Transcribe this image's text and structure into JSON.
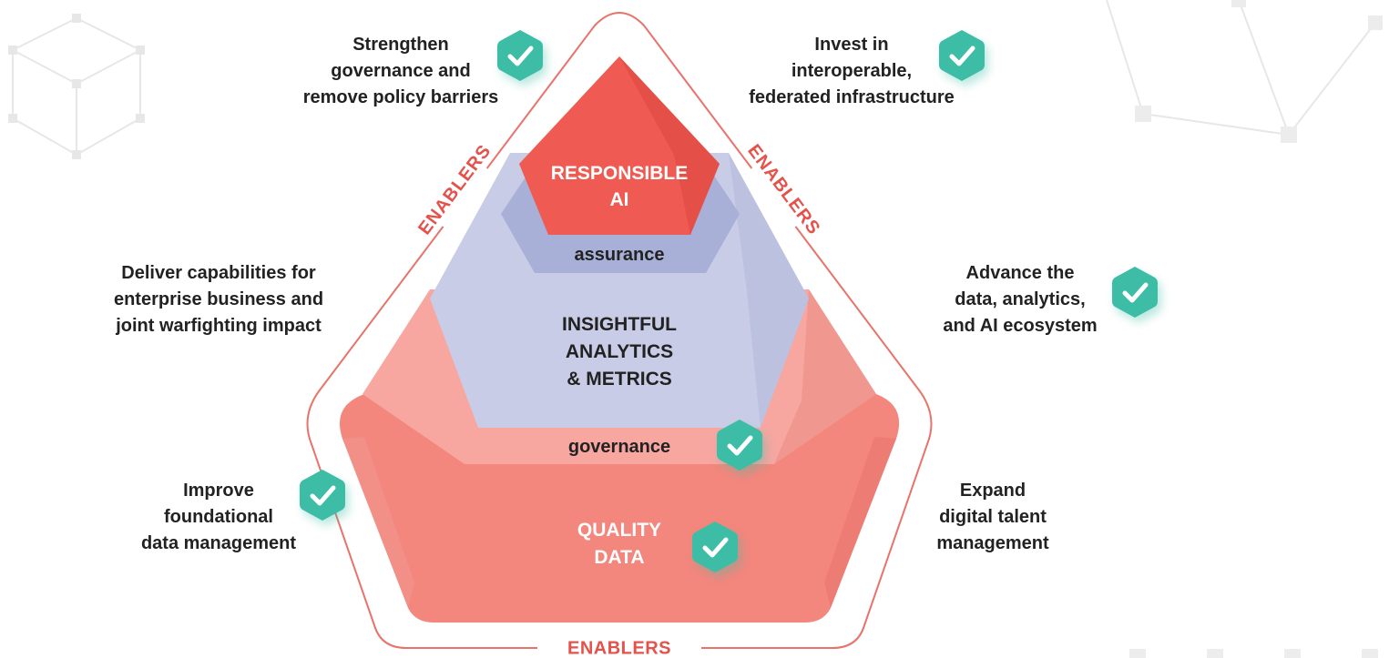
{
  "colors": {
    "outline": "#e8736b",
    "enablers_text": "#e4524b",
    "quality_fill": "#f3867d",
    "governance_fill": "#f7a6a0",
    "insight_fill": "#c9cce6",
    "assurance_fill": "#a9b0d8",
    "responsible_fill": "#ef5a52",
    "check_fill": "#3dbda5",
    "goal_text": "#222222"
  },
  "enablers": {
    "left": "ENABLERS",
    "right": "ENABLERS",
    "bottom": "ENABLERS"
  },
  "layers": {
    "responsible": [
      "RESPONSIBLE",
      "AI"
    ],
    "assurance": "assurance",
    "insight": [
      "INSIGHTFUL",
      "ANALYTICS",
      "& METRICS"
    ],
    "governance": "governance",
    "quality": [
      "QUALITY",
      "DATA"
    ]
  },
  "goals": {
    "top_left": [
      "Strengthen",
      "governance and",
      "remove policy barriers"
    ],
    "top_right": [
      "Invest in",
      "interoperable,",
      "federated infrastructure"
    ],
    "mid_left": [
      "Deliver capabilities for",
      "enterprise business and",
      "joint warfighting impact"
    ],
    "mid_right": [
      "Advance the",
      "data, analytics,",
      "and AI ecosystem"
    ],
    "bottom_left": [
      "Improve",
      "foundational",
      "data management"
    ],
    "bottom_right": [
      "Expand",
      "digital talent",
      "management"
    ]
  },
  "checkmarks": {
    "icon": "check-badge-icon"
  }
}
